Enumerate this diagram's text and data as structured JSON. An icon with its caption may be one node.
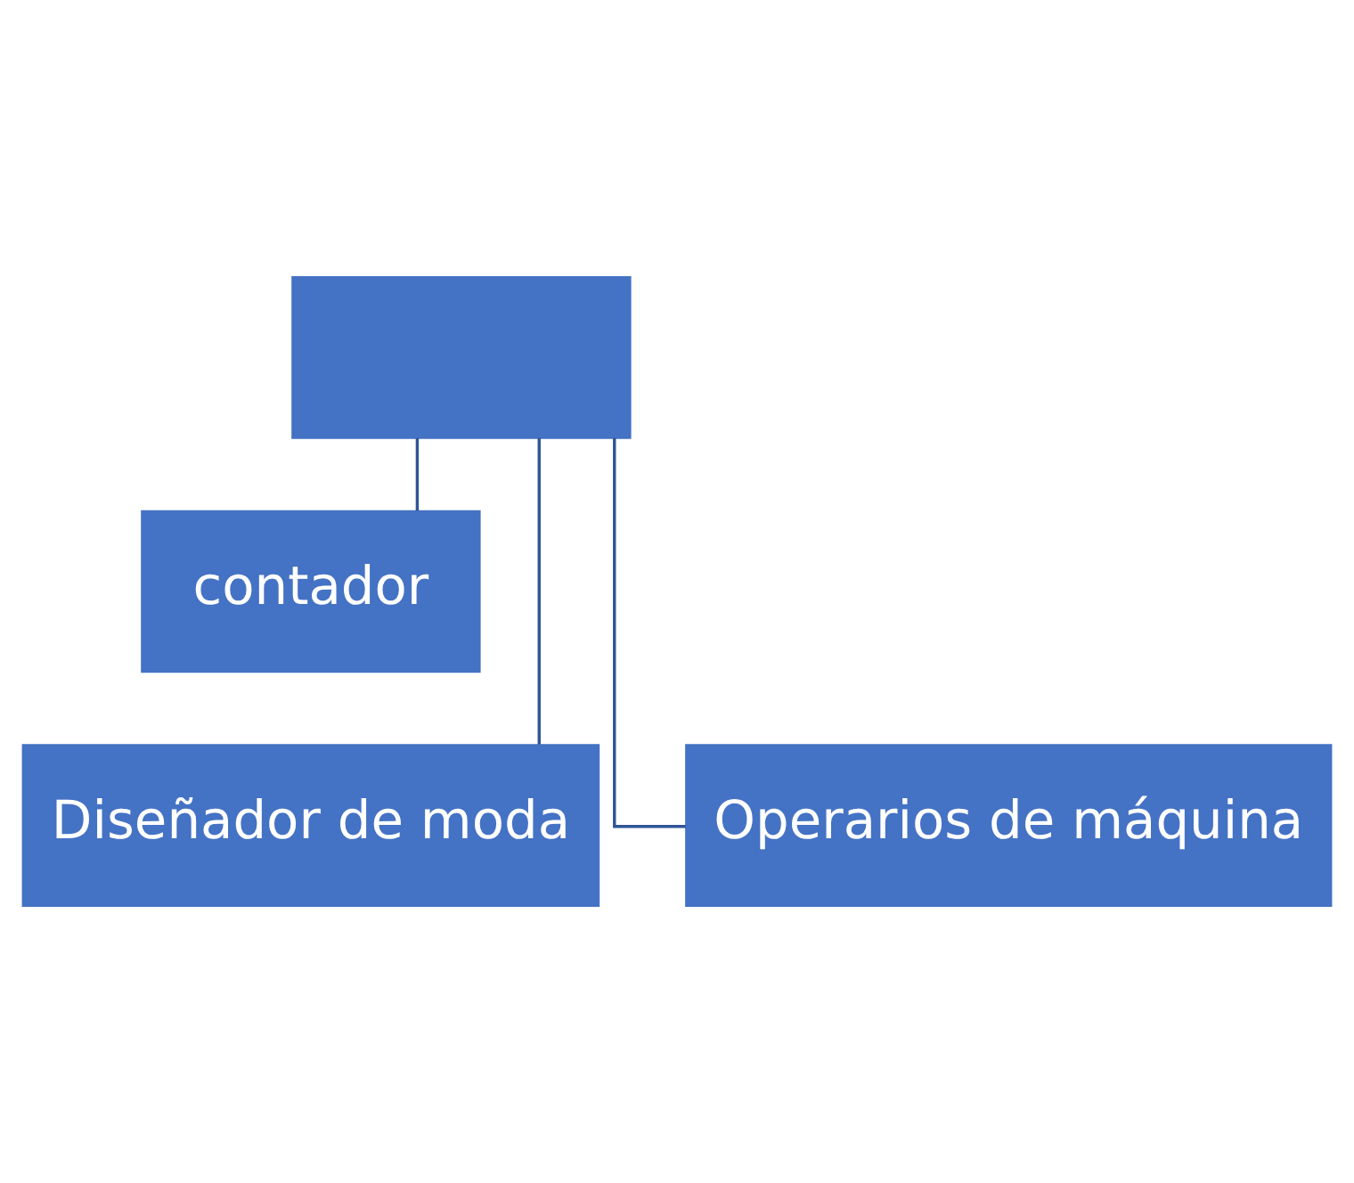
{
  "diagram": {
    "nodes": [
      {
        "text": [],
        "shape": "box"
      },
      {
        "text": [
          "contador"
        ]
      },
      {
        "text": [
          "Diseñador de moda"
        ]
      },
      {
        "text": [
          "Operarios de máquina"
        ]
      }
    ],
    "edges": [
      {
        "from": 0,
        "to": 1,
        "arrow": "none"
      },
      {
        "from": 0,
        "to": 2,
        "arrow": "none"
      },
      {
        "from": 0,
        "to": 3,
        "arrow": "none"
      }
    ]
  }
}
